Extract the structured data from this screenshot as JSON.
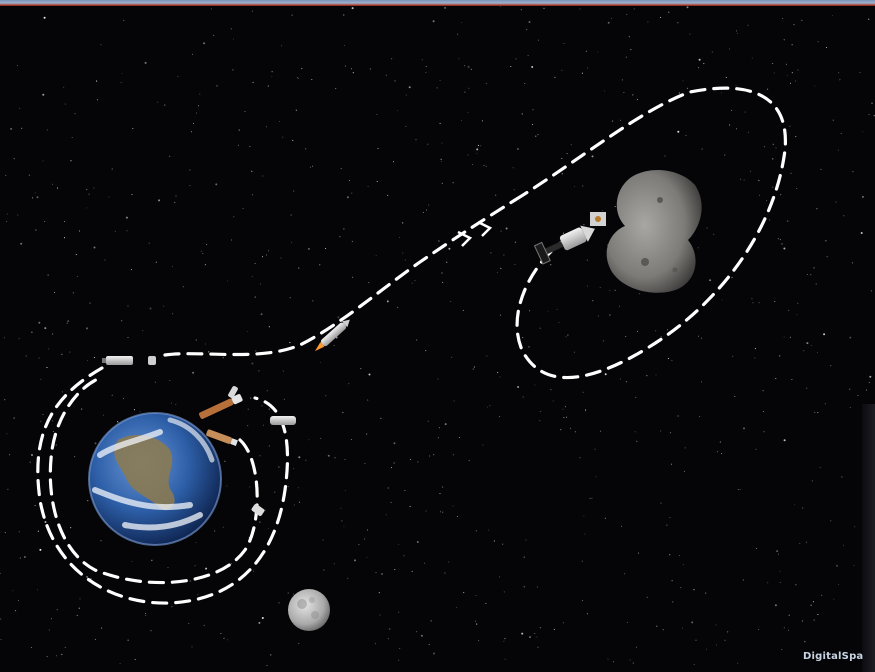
{
  "image": {
    "description_objects": [
      "earth",
      "moon",
      "asteroid",
      "rocket",
      "capsule",
      "spacecraft",
      "trajectory"
    ]
  },
  "colors": {
    "space": "#050507",
    "trajectory": "#ffffff",
    "ocean": "#2d5fa8",
    "asteroid": "#7d7b78",
    "moon": "#bdbdbd"
  },
  "watermark": {
    "text": "DigitalSpa"
  }
}
